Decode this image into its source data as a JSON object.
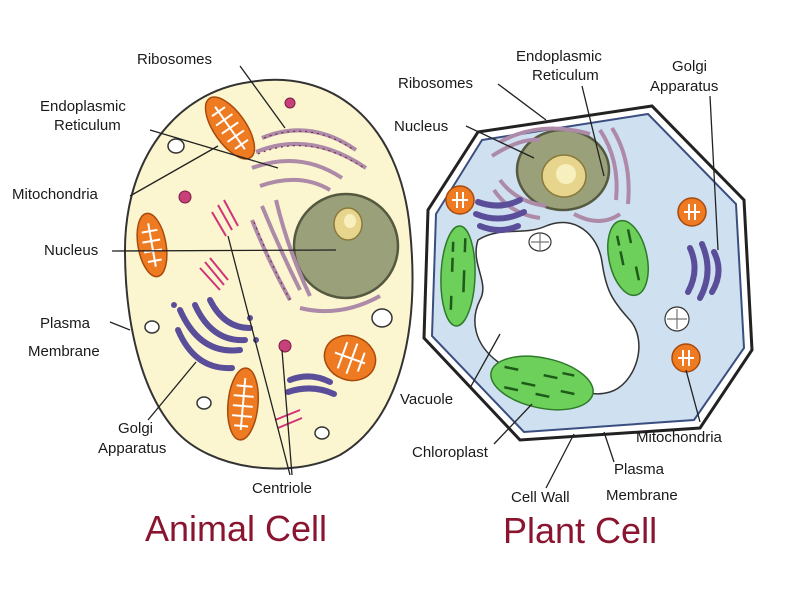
{
  "animal": {
    "title": "Animal Cell",
    "labels": {
      "ribosomes": "Ribosomes",
      "er_1": "Endoplasmic",
      "er_2": "Reticulum",
      "mitochondria": "Mitochondria",
      "nucleus": "Nucleus",
      "plasma_1": "Plasma",
      "plasma_2": "Membrane",
      "golgi_1": "Golgi",
      "golgi_2": "Apparatus",
      "centriole": "Centriole"
    }
  },
  "plant": {
    "title": "Plant Cell",
    "labels": {
      "ribosomes": "Ribosomes",
      "er_1": "Endoplasmic",
      "er_2": "Reticulum",
      "golgi_1": "Golgi",
      "golgi_2": "Apparatus",
      "nucleus": "Nucleus",
      "vacuole": "Vacuole",
      "chloroplast": "Chloroplast",
      "cell_wall": "Cell Wall",
      "plasma_1": "Plasma",
      "plasma_2": "Membrane",
      "mitochondria": "Mitochondria"
    }
  },
  "colors": {
    "animal_cytoplasm": "#fbf6cf",
    "plant_cytoplasm": "#cfe0f1",
    "nucleus": "#9aa07a",
    "nucleolus": "#e8d58d",
    "mitochondria": "#ee7b22",
    "golgi": "#5a4e9b",
    "chloroplast": "#6cd05a",
    "title": "#8a1530"
  }
}
